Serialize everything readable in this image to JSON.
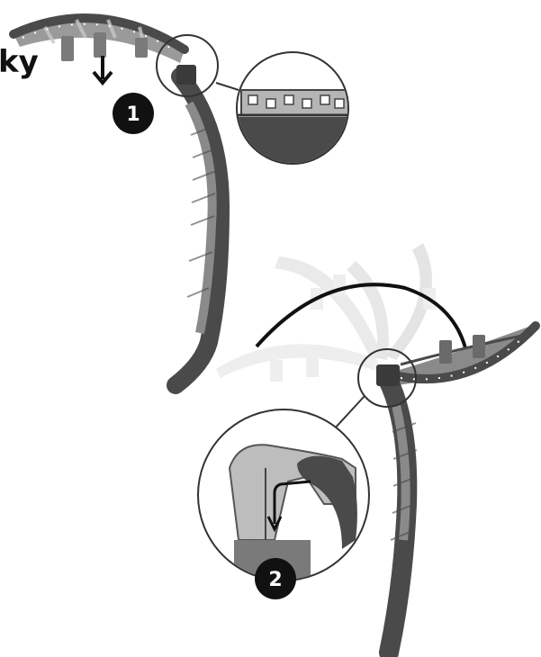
{
  "clipped_text": "ky",
  "steps": [
    {
      "number": "1"
    },
    {
      "number": "2"
    }
  ],
  "colors": {
    "frame_dark": "#4a4a4a",
    "seat_mid": "#8a8a8a",
    "seat_light": "#b5b5b5",
    "ghost": "#e4e4e4",
    "badge": "#111111"
  },
  "icons": [
    "down-arrow-icon",
    "rotate-arrow-icon",
    "magnifier-circle-icon"
  ]
}
